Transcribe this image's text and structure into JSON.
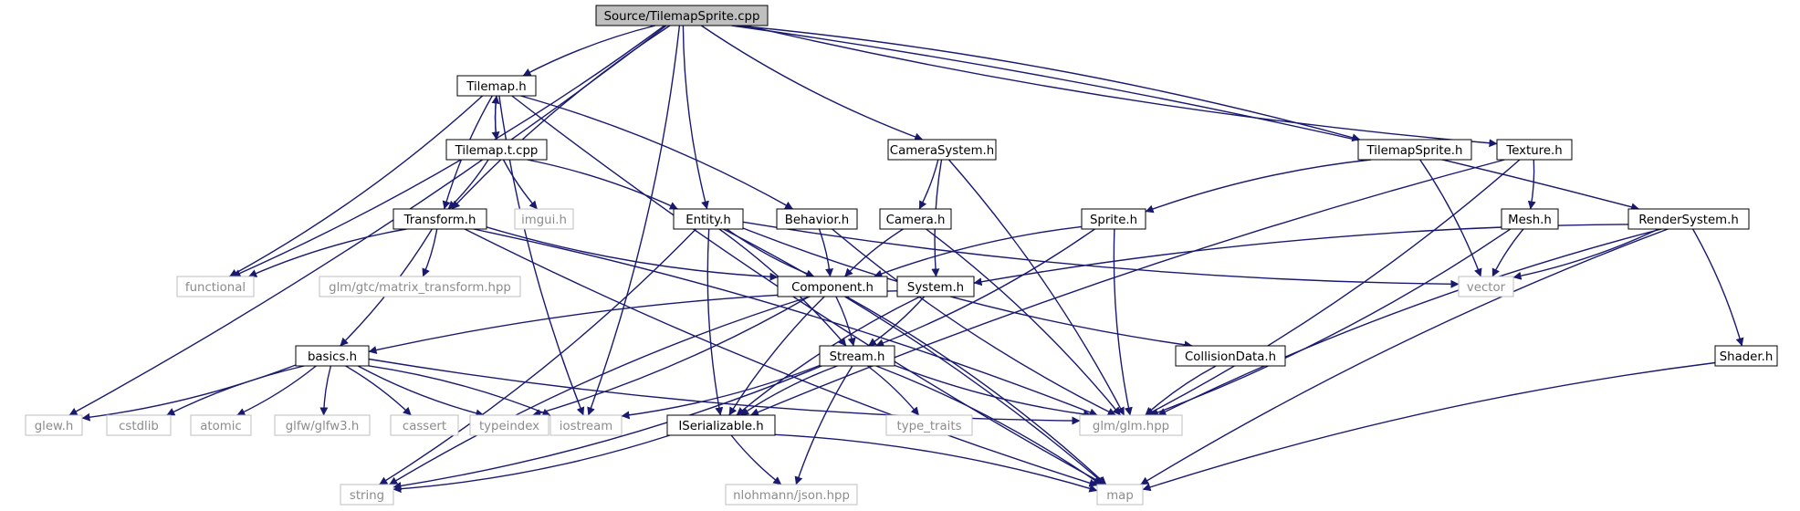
{
  "graph": {
    "colors": {
      "edge": "#191970",
      "node_border": "#000000",
      "external_border": "#bfbfbf",
      "root_fill": "#bfbfbf",
      "node_fill": "#ffffff",
      "text": "#000000",
      "external_text": "#8c8c8c"
    },
    "nodes": [
      {
        "id": "root",
        "label": "Source/TilemapSprite.cpp",
        "kind": "root"
      },
      {
        "id": "tilemap_h",
        "label": "Tilemap.h",
        "kind": "file"
      },
      {
        "id": "tilemap_t",
        "label": "Tilemap.t.cpp",
        "kind": "file"
      },
      {
        "id": "transform_h",
        "label": "Transform.h",
        "kind": "file"
      },
      {
        "id": "imgui_h",
        "label": "imgui.h",
        "kind": "external"
      },
      {
        "id": "entity_h",
        "label": "Entity.h",
        "kind": "file"
      },
      {
        "id": "behavior_h",
        "label": "Behavior.h",
        "kind": "file"
      },
      {
        "id": "camerasystem_h",
        "label": "CameraSystem.h",
        "kind": "file"
      },
      {
        "id": "camera_h",
        "label": "Camera.h",
        "kind": "file"
      },
      {
        "id": "tilemapsprite_h",
        "label": "TilemapSprite.h",
        "kind": "file"
      },
      {
        "id": "sprite_h",
        "label": "Sprite.h",
        "kind": "file"
      },
      {
        "id": "texture_h",
        "label": "Texture.h",
        "kind": "file"
      },
      {
        "id": "mesh_h",
        "label": "Mesh.h",
        "kind": "file"
      },
      {
        "id": "rendersystem_h",
        "label": "RenderSystem.h",
        "kind": "file"
      },
      {
        "id": "functional",
        "label": "functional",
        "kind": "external"
      },
      {
        "id": "glm_mt",
        "label": "glm/gtc/matrix_transform.hpp",
        "kind": "external"
      },
      {
        "id": "component_h",
        "label": "Component.h",
        "kind": "file"
      },
      {
        "id": "system_h",
        "label": "System.h",
        "kind": "file"
      },
      {
        "id": "vector",
        "label": "vector",
        "kind": "external"
      },
      {
        "id": "basics_h",
        "label": "basics.h",
        "kind": "file"
      },
      {
        "id": "stream_h",
        "label": "Stream.h",
        "kind": "file"
      },
      {
        "id": "collisiondata_h",
        "label": "CollisionData.h",
        "kind": "file"
      },
      {
        "id": "shader_h",
        "label": "Shader.h",
        "kind": "file"
      },
      {
        "id": "glew_h",
        "label": "glew.h",
        "kind": "external"
      },
      {
        "id": "cstdlib",
        "label": "cstdlib",
        "kind": "external"
      },
      {
        "id": "atomic",
        "label": "atomic",
        "kind": "external"
      },
      {
        "id": "glfw3_h",
        "label": "glfw/glfw3.h",
        "kind": "external"
      },
      {
        "id": "cassert",
        "label": "cassert",
        "kind": "external"
      },
      {
        "id": "typeindex",
        "label": "typeindex",
        "kind": "external"
      },
      {
        "id": "iostream",
        "label": "iostream",
        "kind": "external"
      },
      {
        "id": "iserializable_h",
        "label": "ISerializable.h",
        "kind": "file"
      },
      {
        "id": "type_traits",
        "label": "type_traits",
        "kind": "external"
      },
      {
        "id": "glm_hpp",
        "label": "glm/glm.hpp",
        "kind": "external"
      },
      {
        "id": "string",
        "label": "string",
        "kind": "external"
      },
      {
        "id": "json_hpp",
        "label": "nlohmann/json.hpp",
        "kind": "external"
      },
      {
        "id": "map",
        "label": "map",
        "kind": "external"
      }
    ],
    "edges": [
      [
        "root",
        "tilemap_h"
      ],
      [
        "root",
        "functional"
      ],
      [
        "root",
        "transform_h"
      ],
      [
        "root",
        "glew_h"
      ],
      [
        "root",
        "entity_h"
      ],
      [
        "root",
        "iostream"
      ],
      [
        "root",
        "camerasystem_h"
      ],
      [
        "root",
        "tilemapsprite_h"
      ],
      [
        "root",
        "texture_h"
      ],
      [
        "root",
        "rendersystem_h"
      ],
      [
        "tilemap_h",
        "tilemap_t"
      ],
      [
        "tilemap_t",
        "tilemap_h"
      ],
      [
        "tilemap_h",
        "transform_h"
      ],
      [
        "tilemap_h",
        "functional"
      ],
      [
        "tilemap_h",
        "iostream"
      ],
      [
        "tilemap_h",
        "behavior_h"
      ],
      [
        "tilemap_h",
        "map"
      ],
      [
        "tilemap_t",
        "transform_h"
      ],
      [
        "tilemap_t",
        "imgui_h"
      ],
      [
        "tilemap_t",
        "entity_h"
      ],
      [
        "transform_h",
        "functional"
      ],
      [
        "transform_h",
        "glm_mt"
      ],
      [
        "transform_h",
        "component_h"
      ],
      [
        "transform_h",
        "basics_h"
      ],
      [
        "transform_h",
        "map"
      ],
      [
        "transform_h",
        "glm_hpp"
      ],
      [
        "entity_h",
        "component_h"
      ],
      [
        "entity_h",
        "stream_h"
      ],
      [
        "entity_h",
        "iserializable_h"
      ],
      [
        "entity_h",
        "string"
      ],
      [
        "entity_h",
        "vector"
      ],
      [
        "entity_h",
        "map"
      ],
      [
        "entity_h",
        "collisiondata_h"
      ],
      [
        "behavior_h",
        "component_h"
      ],
      [
        "behavior_h",
        "glm_hpp"
      ],
      [
        "camerasystem_h",
        "camera_h"
      ],
      [
        "camerasystem_h",
        "system_h"
      ],
      [
        "camerasystem_h",
        "glm_hpp"
      ],
      [
        "camera_h",
        "component_h"
      ],
      [
        "camera_h",
        "glm_hpp"
      ],
      [
        "tilemapsprite_h",
        "sprite_h"
      ],
      [
        "tilemapsprite_h",
        "vector"
      ],
      [
        "sprite_h",
        "component_h"
      ],
      [
        "sprite_h",
        "stream_h"
      ],
      [
        "sprite_h",
        "glm_hpp"
      ],
      [
        "texture_h",
        "mesh_h"
      ],
      [
        "texture_h",
        "iserializable_h"
      ],
      [
        "texture_h",
        "glm_hpp"
      ],
      [
        "mesh_h",
        "vector"
      ],
      [
        "mesh_h",
        "glm_hpp"
      ],
      [
        "rendersystem_h",
        "system_h"
      ],
      [
        "rendersystem_h",
        "vector"
      ],
      [
        "rendersystem_h",
        "glm_hpp"
      ],
      [
        "rendersystem_h",
        "shader_h"
      ],
      [
        "rendersystem_h",
        "map"
      ],
      [
        "component_h",
        "stream_h"
      ],
      [
        "component_h",
        "iserializable_h"
      ],
      [
        "component_h",
        "typeindex"
      ],
      [
        "component_h",
        "string"
      ],
      [
        "component_h",
        "map"
      ],
      [
        "system_h",
        "basics_h"
      ],
      [
        "system_h",
        "stream_h"
      ],
      [
        "system_h",
        "iserializable_h"
      ],
      [
        "basics_h",
        "glew_h"
      ],
      [
        "basics_h",
        "cstdlib"
      ],
      [
        "basics_h",
        "atomic"
      ],
      [
        "basics_h",
        "glfw3_h"
      ],
      [
        "basics_h",
        "cassert"
      ],
      [
        "basics_h",
        "typeindex"
      ],
      [
        "basics_h",
        "iostream"
      ],
      [
        "basics_h",
        "glm_hpp"
      ],
      [
        "stream_h",
        "iostream"
      ],
      [
        "stream_h",
        "iserializable_h"
      ],
      [
        "stream_h",
        "type_traits"
      ],
      [
        "stream_h",
        "glm_hpp"
      ],
      [
        "stream_h",
        "string"
      ],
      [
        "stream_h",
        "json_hpp"
      ],
      [
        "stream_h",
        "map"
      ],
      [
        "collisiondata_h",
        "glm_hpp"
      ],
      [
        "iserializable_h",
        "string"
      ],
      [
        "iserializable_h",
        "json_hpp"
      ],
      [
        "iserializable_h",
        "map"
      ],
      [
        "shader_h",
        "map"
      ]
    ]
  }
}
